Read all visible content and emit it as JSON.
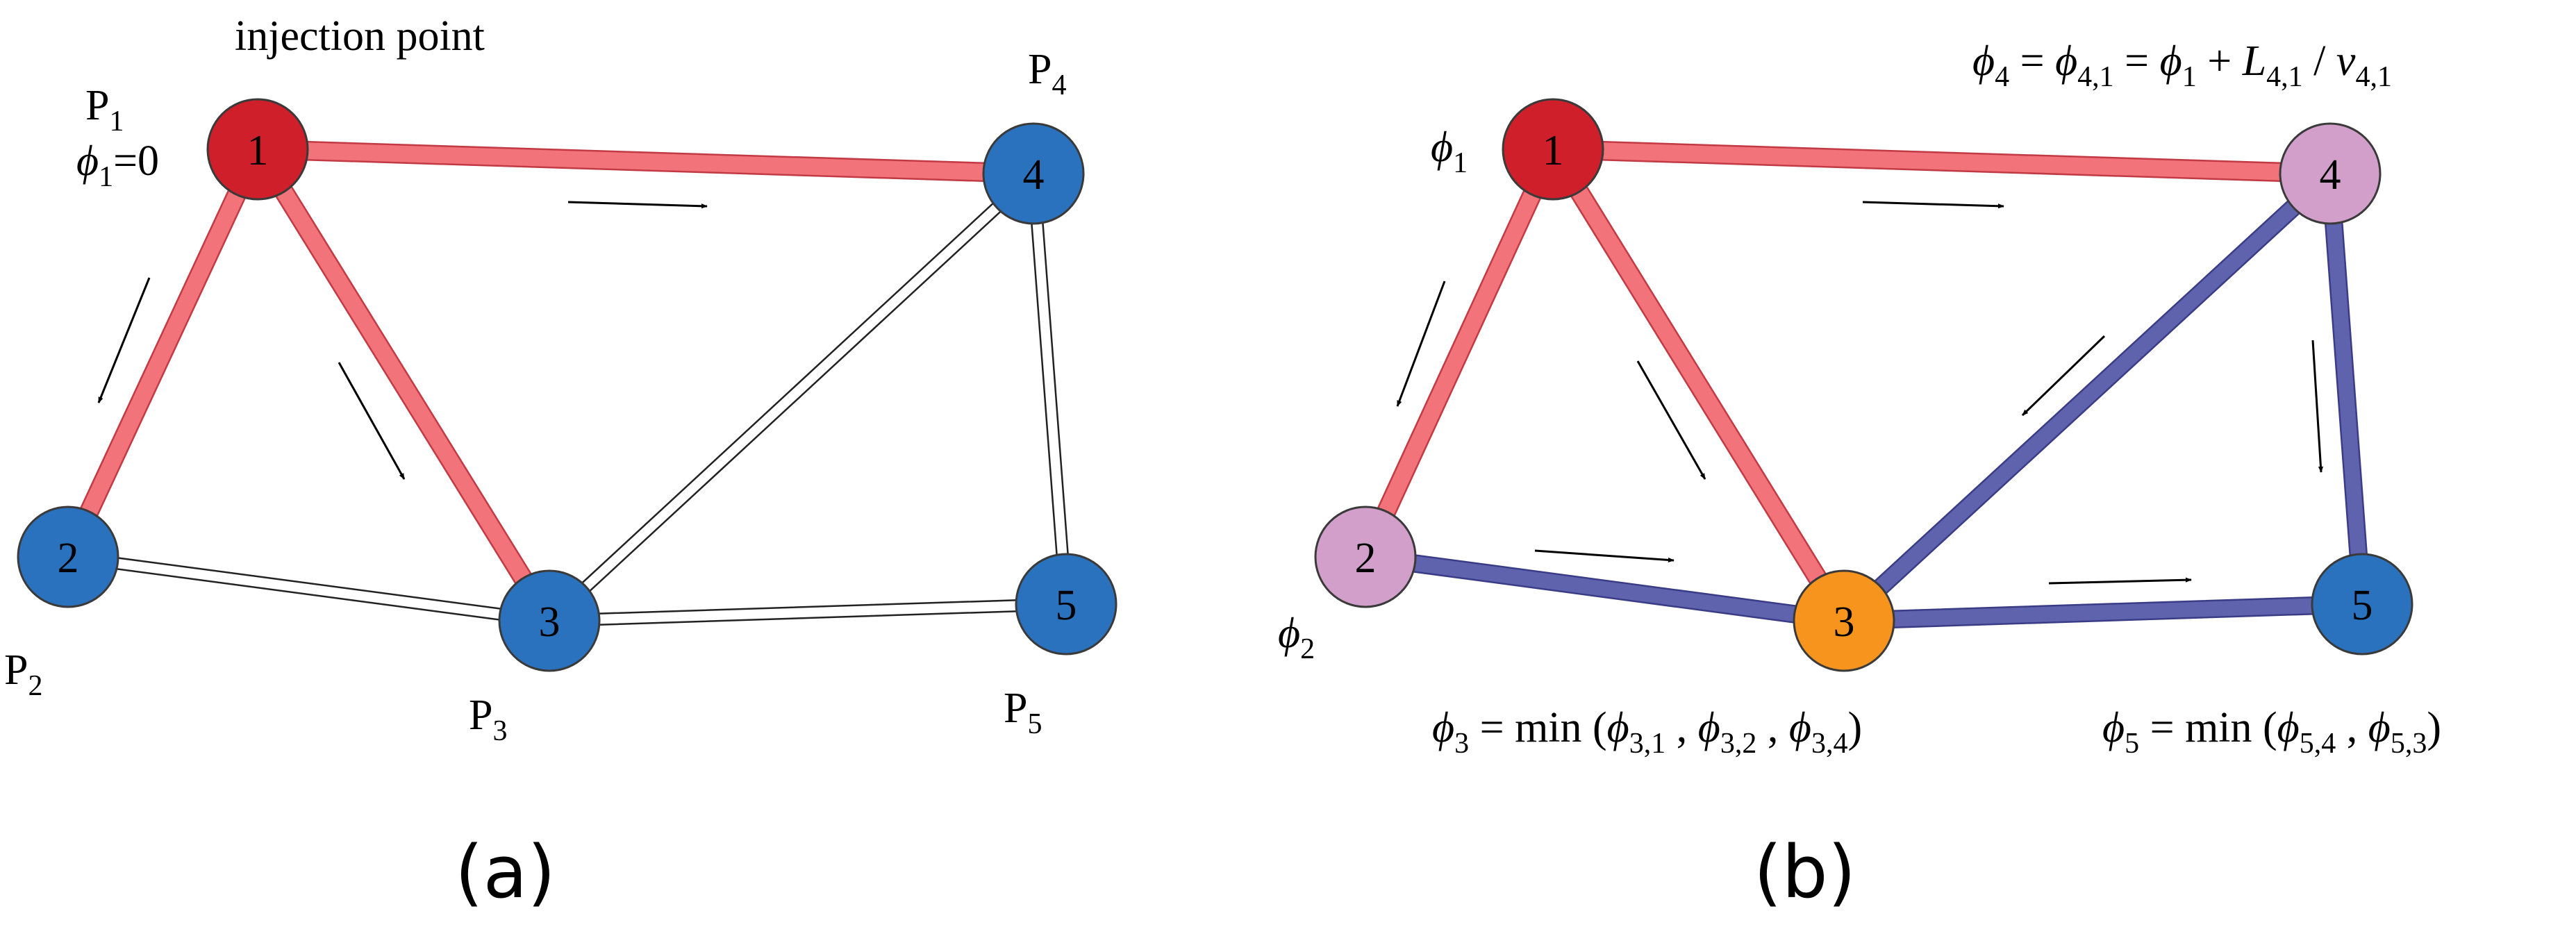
{
  "figure": {
    "panel_a": {
      "tag": "(a)",
      "injection_label": "injection point",
      "nodes": [
        {
          "id": "1",
          "color": "#ce1f2a"
        },
        {
          "id": "2",
          "color": "#2a72be"
        },
        {
          "id": "3",
          "color": "#2a72be"
        },
        {
          "id": "4",
          "color": "#2a72be"
        },
        {
          "id": "5",
          "color": "#2a72be"
        }
      ],
      "point_labels": {
        "p1": {
          "main": "P",
          "sub": "1"
        },
        "p2": {
          "main": "P",
          "sub": "2"
        },
        "p3": {
          "main": "P",
          "sub": "3"
        },
        "p4": {
          "main": "P",
          "sub": "4"
        },
        "p5": {
          "main": "P",
          "sub": "5"
        }
      },
      "phi1_label": {
        "phi": "ϕ",
        "sub": "1",
        "rest": "=0"
      },
      "edges": [
        {
          "from": "1",
          "to": "2",
          "style": "filled"
        },
        {
          "from": "1",
          "to": "3",
          "style": "filled"
        },
        {
          "from": "1",
          "to": "4",
          "style": "filled"
        },
        {
          "from": "2",
          "to": "3",
          "style": "hollow"
        },
        {
          "from": "3",
          "to": "4",
          "style": "hollow"
        },
        {
          "from": "3",
          "to": "5",
          "style": "hollow"
        },
        {
          "from": "4",
          "to": "5",
          "style": "hollow"
        }
      ]
    },
    "panel_b": {
      "tag": "(b)",
      "nodes": [
        {
          "id": "1",
          "color": "#ce1f2a"
        },
        {
          "id": "2",
          "color": "#d29fcb"
        },
        {
          "id": "3",
          "color": "#f7941d"
        },
        {
          "id": "4",
          "color": "#d29fcb"
        },
        {
          "id": "5",
          "color": "#2a72be"
        }
      ],
      "phi_labels": {
        "phi1": {
          "phi": "ϕ",
          "sub": "1"
        },
        "phi2": {
          "phi": "ϕ",
          "sub": "2"
        }
      },
      "eq4": {
        "phi": "ϕ",
        "s1": "4",
        "s2": "4,1",
        "s3": "1",
        "L": "L",
        "sL": "4,1",
        "v": "v",
        "sv": "4,1"
      },
      "eq3": {
        "phi": "ϕ",
        "lhs": "3",
        "fn": "min",
        "args": [
          "3,1",
          "3,2",
          "3,4"
        ]
      },
      "eq5": {
        "phi": "ϕ",
        "lhs": "5",
        "fn": "min",
        "args": [
          "5,4",
          "5,3"
        ]
      },
      "edges": [
        {
          "from": "1",
          "to": "2",
          "style": "red"
        },
        {
          "from": "1",
          "to": "3",
          "style": "red"
        },
        {
          "from": "1",
          "to": "4",
          "style": "red"
        },
        {
          "from": "2",
          "to": "3",
          "style": "blue"
        },
        {
          "from": "3",
          "to": "4",
          "style": "blue"
        },
        {
          "from": "3",
          "to": "5",
          "style": "blue"
        },
        {
          "from": "4",
          "to": "5",
          "style": "blue"
        }
      ]
    },
    "colors": {
      "edge_red_fill": "#f2737a",
      "edge_red_stroke": "#c23a44",
      "edge_blue_fill": "#5f62ad",
      "edge_blue_stroke": "#3a3d86",
      "hollow_stroke": "#222222"
    }
  }
}
